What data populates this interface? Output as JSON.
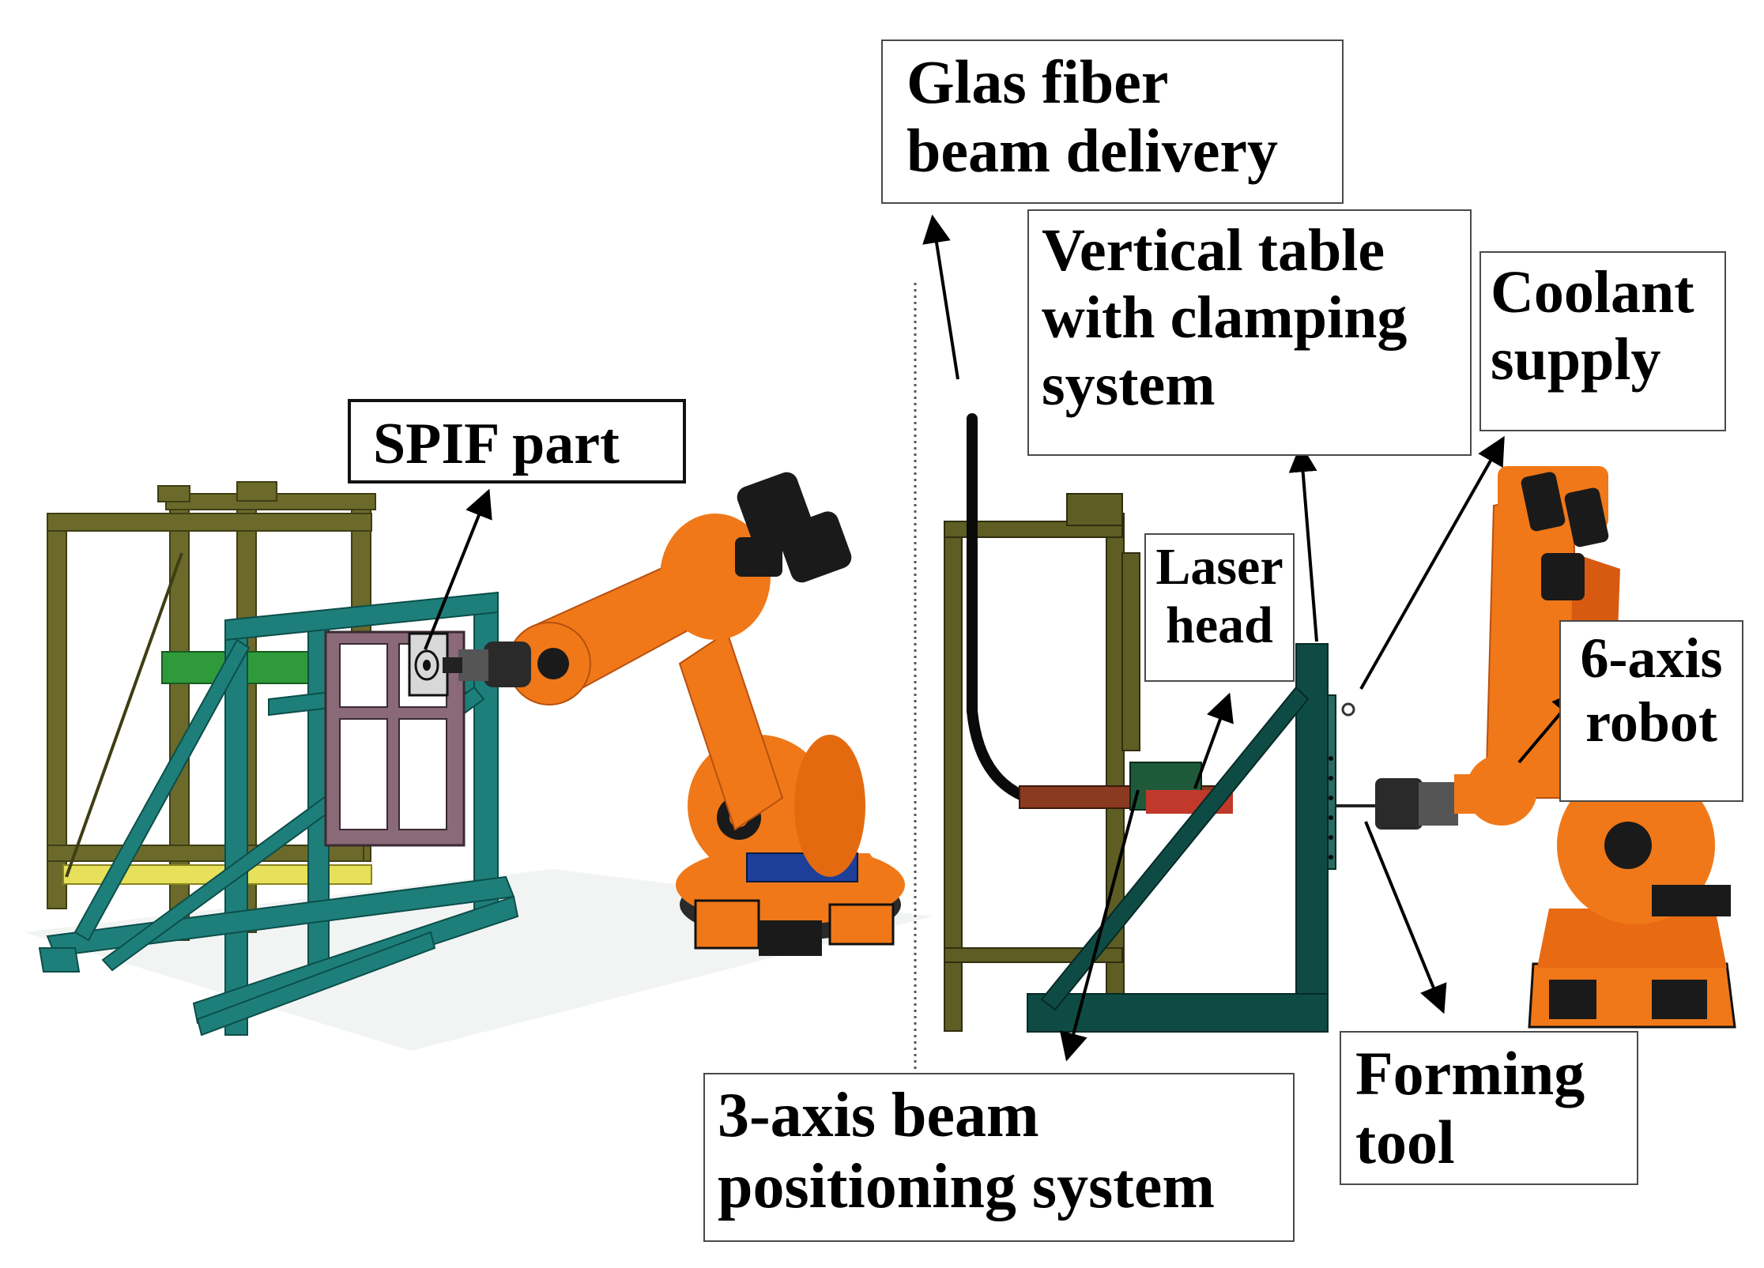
{
  "labels": {
    "spif_part": "SPIF part",
    "glas_fiber": "Glas fiber\nbeam delivery",
    "vertical_table": "Vertical table\nwith clamping\nsystem",
    "coolant": "Coolant\nsupply",
    "laser_head": "Laser\nhead",
    "six_axis_robot": "6-axis\nrobot",
    "forming_tool": "Forming\n tool",
    "beam_positioning": "3-axis beam\npositioning system"
  },
  "colors": {
    "robot_orange": "#f07818",
    "robot_dark": "#1a1a1a",
    "frame_teal": "#1e7f7a",
    "frame_olive": "#6b6a2a",
    "frame_dark_teal": "#0f4b45",
    "arrow": "#000000"
  }
}
